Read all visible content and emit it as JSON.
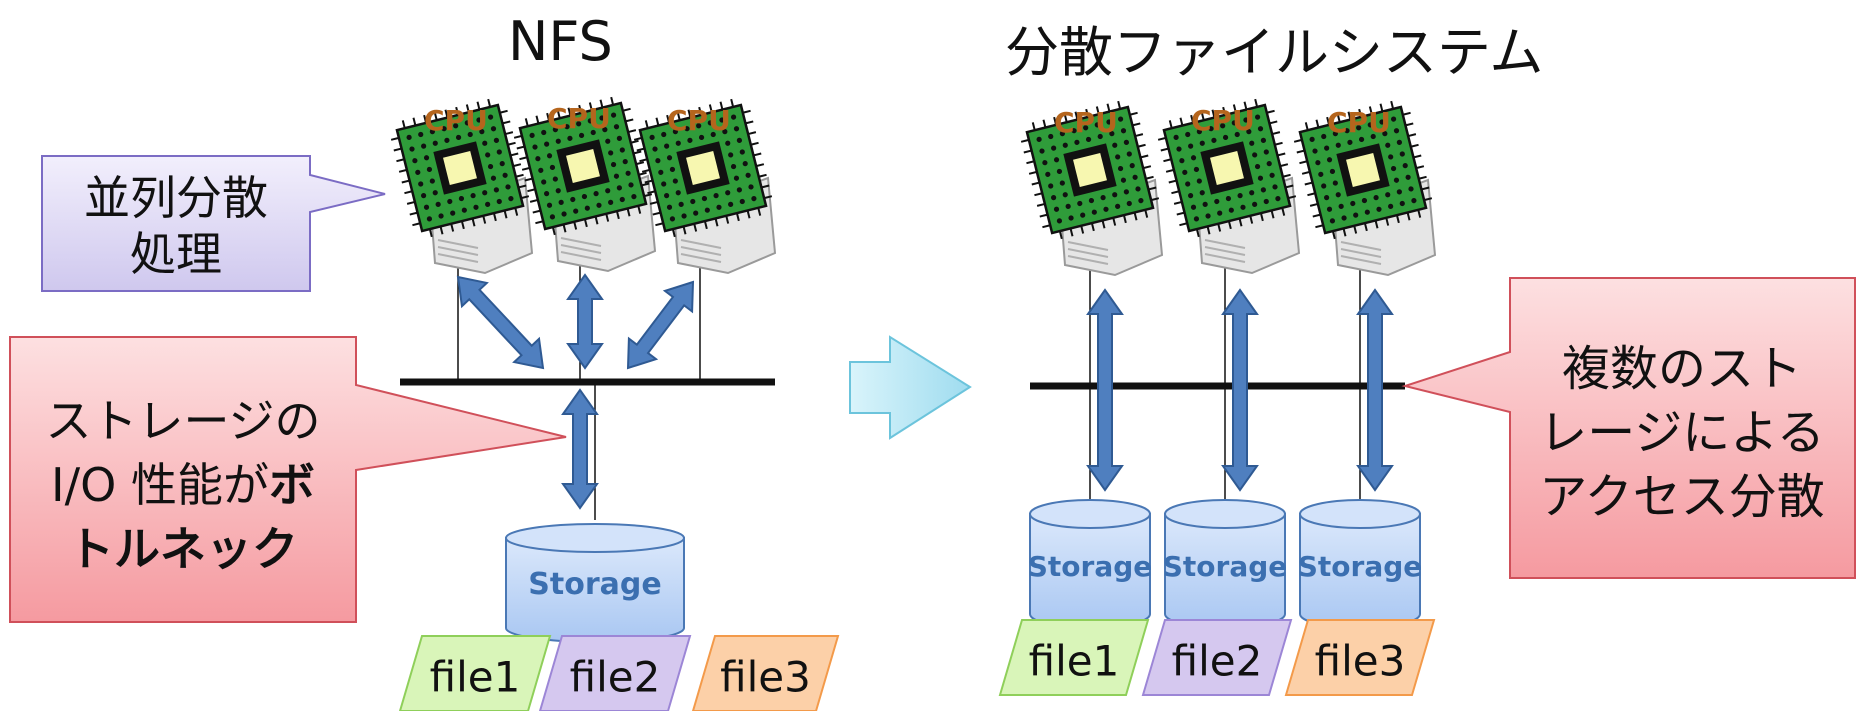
{
  "titles": {
    "left": "NFS",
    "right": "分散ファイルシステム"
  },
  "cpu_label": "CPU",
  "storage_label": "Storage",
  "files": [
    "file1",
    "file2",
    "file3"
  ],
  "callouts": {
    "parallel_lines": [
      "並列分散",
      "処理"
    ],
    "bottleneck_lines": [
      [
        {
          "t": "ストレージの",
          "b": false
        }
      ],
      [
        {
          "t": "I/O 性能が",
          "b": false
        },
        {
          "t": "ボ",
          "b": true
        }
      ],
      [
        {
          "t": "トルネック",
          "b": true
        }
      ]
    ],
    "distributed_lines": [
      "複数のスト",
      "レージによる",
      "アクセス分散"
    ]
  },
  "colors": {
    "cpu_green": "#2f9c3a",
    "arrow_blue": "#4f7fbf",
    "storage_blue": "#b9d3f5",
    "file1": "#d9f5b9",
    "file2": "#d5c8ef",
    "file3": "#fcd0a8",
    "callout_purple": "#e0dcf5",
    "callout_red": "#f8b4b8",
    "transition_arrow": "#bfe9f5"
  }
}
